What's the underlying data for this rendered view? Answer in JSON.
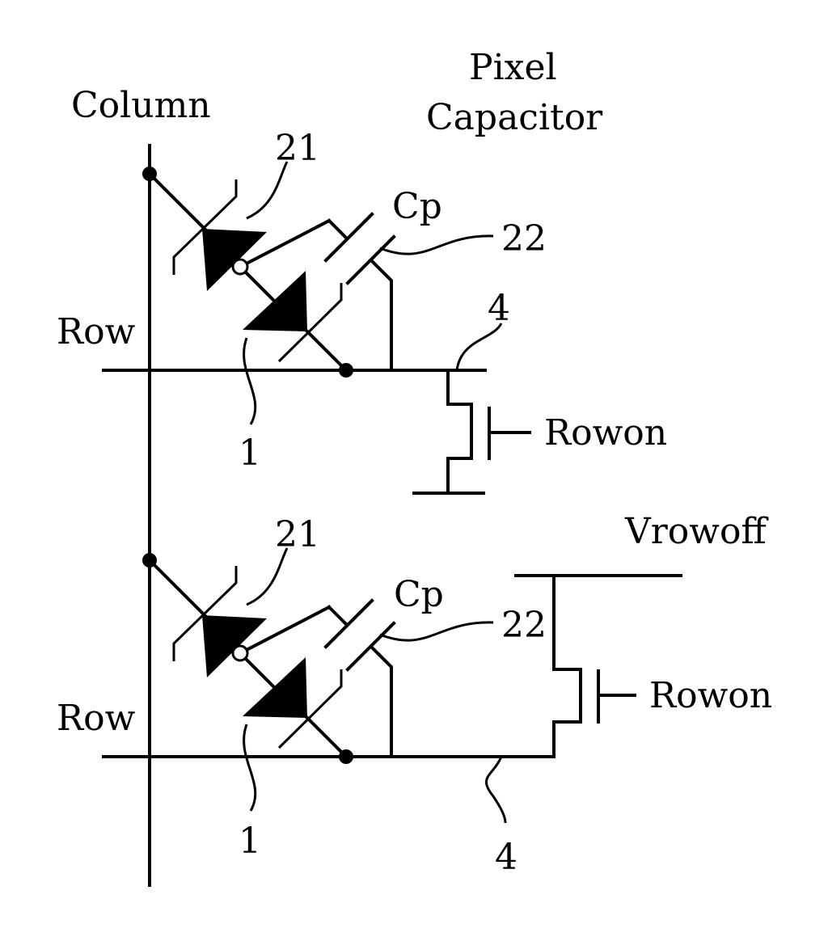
{
  "labels": {
    "column": "Column",
    "pixel_capacitor_line1": "Pixel",
    "pixel_capacitor_line2": "Capacitor",
    "vrowoff": "Vrowoff",
    "cell_top": {
      "row": "Row",
      "cp": "Cp",
      "ref_21": "21",
      "ref_22": "22",
      "ref_1": "1",
      "ref_4": "4",
      "rowon": "Rowon"
    },
    "cell_bottom": {
      "row": "Row",
      "cp": "Cp",
      "ref_21": "21",
      "ref_22": "22",
      "ref_1": "1",
      "ref_4": "4",
      "rowon": "Rowon"
    }
  }
}
